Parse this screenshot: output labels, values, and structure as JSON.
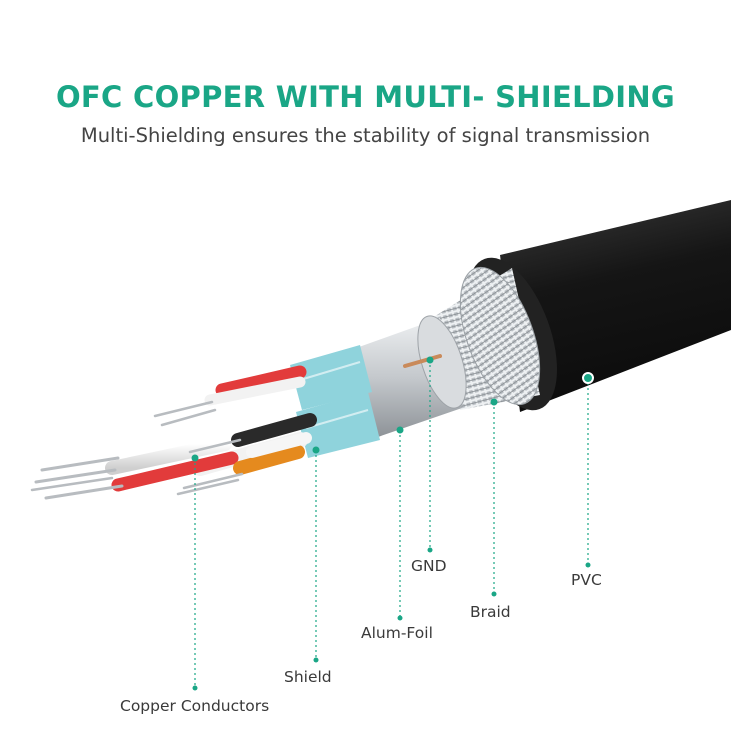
{
  "headline": "OFC COPPER WITH MULTI- SHIELDING",
  "subheadline": "Multi-Shielding ensures the stability of signal transmission",
  "colors": {
    "accent": "#1aa686",
    "jacket": "#1b1b1b",
    "foil": "#c9cdd1",
    "shield_blue": "#8fd3dc",
    "wire_red": "#e23b3b",
    "wire_white": "#f2f2f2",
    "wire_black": "#2a2a2a",
    "wire_orange": "#e58a1e",
    "copper_strand": "#b8bcc0"
  },
  "callouts": {
    "copper_conductors": "Copper Conductors",
    "shield": "Shield",
    "alum_foil": "Alum-Foil",
    "gnd": "GND",
    "braid": "Braid",
    "pvc": "PVC"
  },
  "icons": {
    "cable": "cable-illustration"
  }
}
